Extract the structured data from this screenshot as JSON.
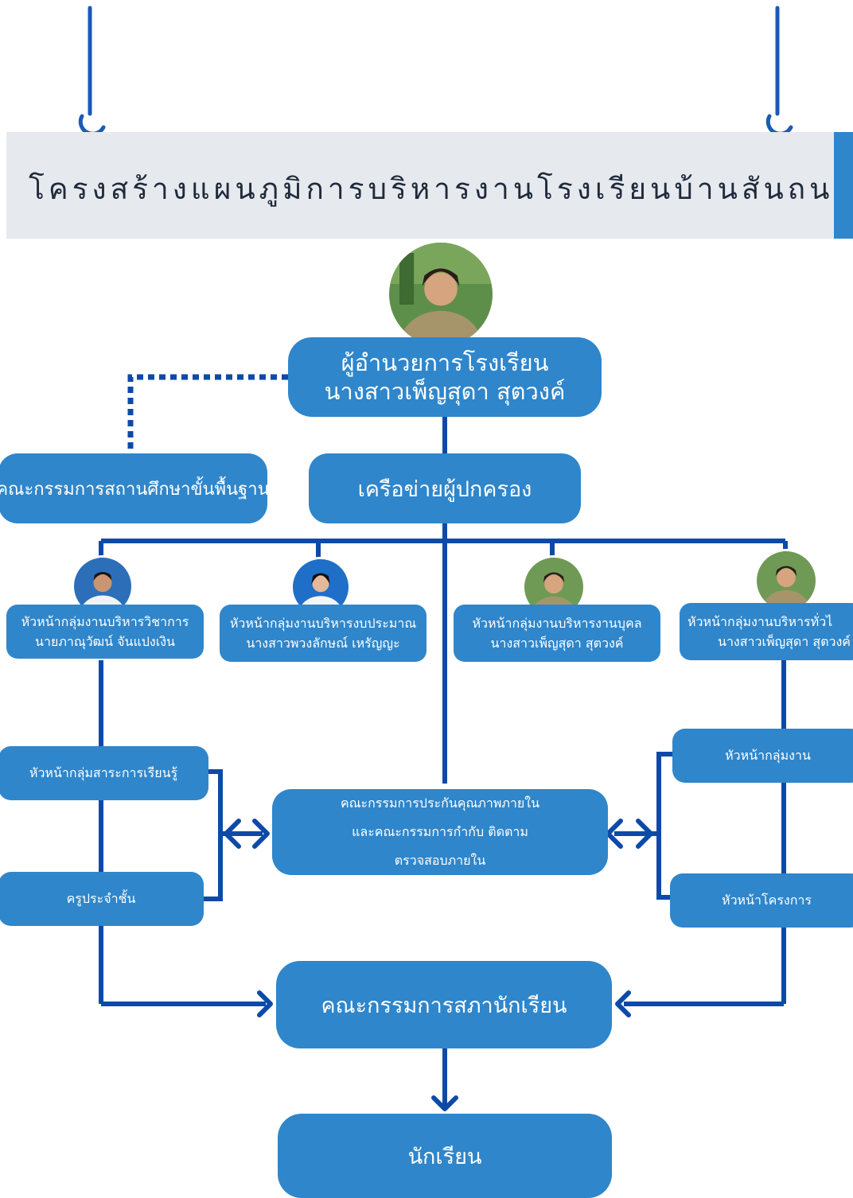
{
  "banner": {
    "title": "โครงสร้างแผนภูมิการบริหารงานโรงเรียนบ้านสันถนน"
  },
  "director": {
    "role": "ผู้อำนวยการโรงเรียน",
    "name": "นางสาวเพ็ญสุดา สุตวงค์"
  },
  "board": {
    "label": "คณะกรรมการสถานศึกษาขั้นพื้นฐาน"
  },
  "parent_network": {
    "label": "เครือข่ายผู้ปกครอง"
  },
  "group_heads": [
    {
      "role": "หัวหน้ากลุ่มงานบริหารวิชาการ",
      "name": "นายภาณุวัฒน์ จันแปงเงิน"
    },
    {
      "role": "หัวหน้ากลุ่มงานบริหารงบประมาณ",
      "name": "นางสาวพวงลักษณ์ เหรัญญะ"
    },
    {
      "role": "หัวหน้ากลุ่มงานบริหารงานบุคล",
      "name": "นางสาวเพ็ญสุดา สุตวงค์"
    },
    {
      "role": "หัวหน้ากลุ่มงานบริหารทั่วไ",
      "name": "นางสาวเพ็ญสุดา สุตวงค์"
    }
  ],
  "left_units": {
    "subject_head": "หัวหน้ากลุ่มสาระการเรียนรู้",
    "homeroom": "ครูประจำชั้น"
  },
  "right_units": {
    "work_group_head": "หัวหน้ากลุ่มงาน",
    "project_head": "หัวหน้าโครงการ"
  },
  "quality_committee": {
    "line1": "คณะกรรมการประกันคุณภาพภายใน",
    "line2": "และคณะกรรมการกำกับ ติดตาม",
    "line3": "ตรวจสอบภายใน"
  },
  "student_council": {
    "label": "คณะกรรมการสภานักเรียน"
  },
  "students": {
    "label": "นักเรียน"
  },
  "colors": {
    "node_fill": "#2f86cb",
    "connector": "#0d4aa8",
    "banner_bg": "#e6e9ee"
  }
}
